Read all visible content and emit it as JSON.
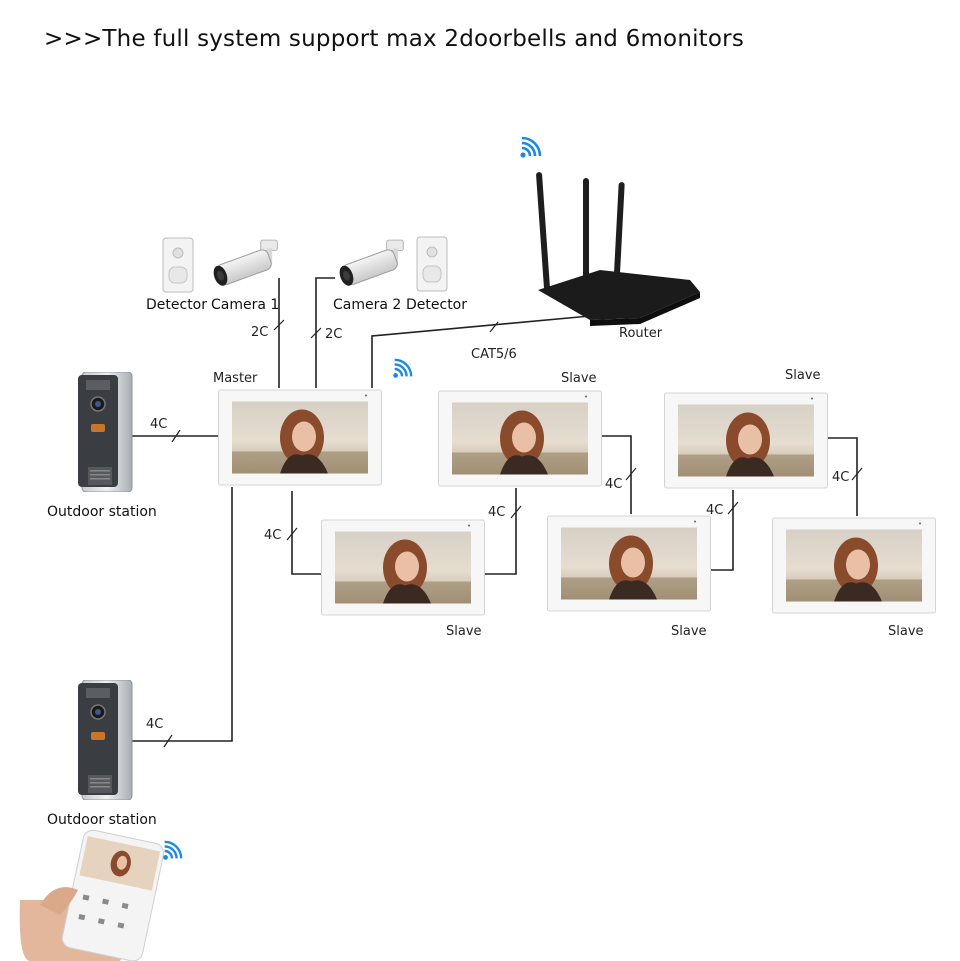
{
  "heading": ">>>The full system support max 2doorbells and 6monitors",
  "devices": {
    "detector_left": "Detector",
    "camera_1": "Camera 1",
    "camera_2": "Camera 2",
    "detector_right": "Detector",
    "router": "Router",
    "master": "Master",
    "slave_top_1": "Slave",
    "slave_top_2": "Slave",
    "slave_bottom_1": "Slave",
    "slave_bottom_2": "Slave",
    "slave_bottom_3": "Slave",
    "outdoor_station_1": "Outdoor station",
    "outdoor_station_2": "Outdoor station"
  },
  "wires": {
    "cam1_wire": "2C",
    "cam2_wire": "2C",
    "router_wire": "CAT5/6",
    "outdoor1_wire": "4C",
    "outdoor2_wire": "4C",
    "master_slave_wire": "4C",
    "slave_b1_t1_wire": "4C",
    "slave_t1_b2_wire": "4C",
    "slave_b2_t2_wire": "4C",
    "slave_t2_b3_wire": "4C"
  },
  "colors": {
    "wifi": "#1e88e5",
    "wire": "#222222",
    "monitor_frame": "#f4f4f4",
    "router_body": "#1b1b1b",
    "station_body": "#9ea3a8"
  },
  "icons": [
    "wifi-icon",
    "camera-icon",
    "detector-icon",
    "router-icon",
    "monitor-icon",
    "doorbell-icon",
    "smartphone-icon"
  ]
}
